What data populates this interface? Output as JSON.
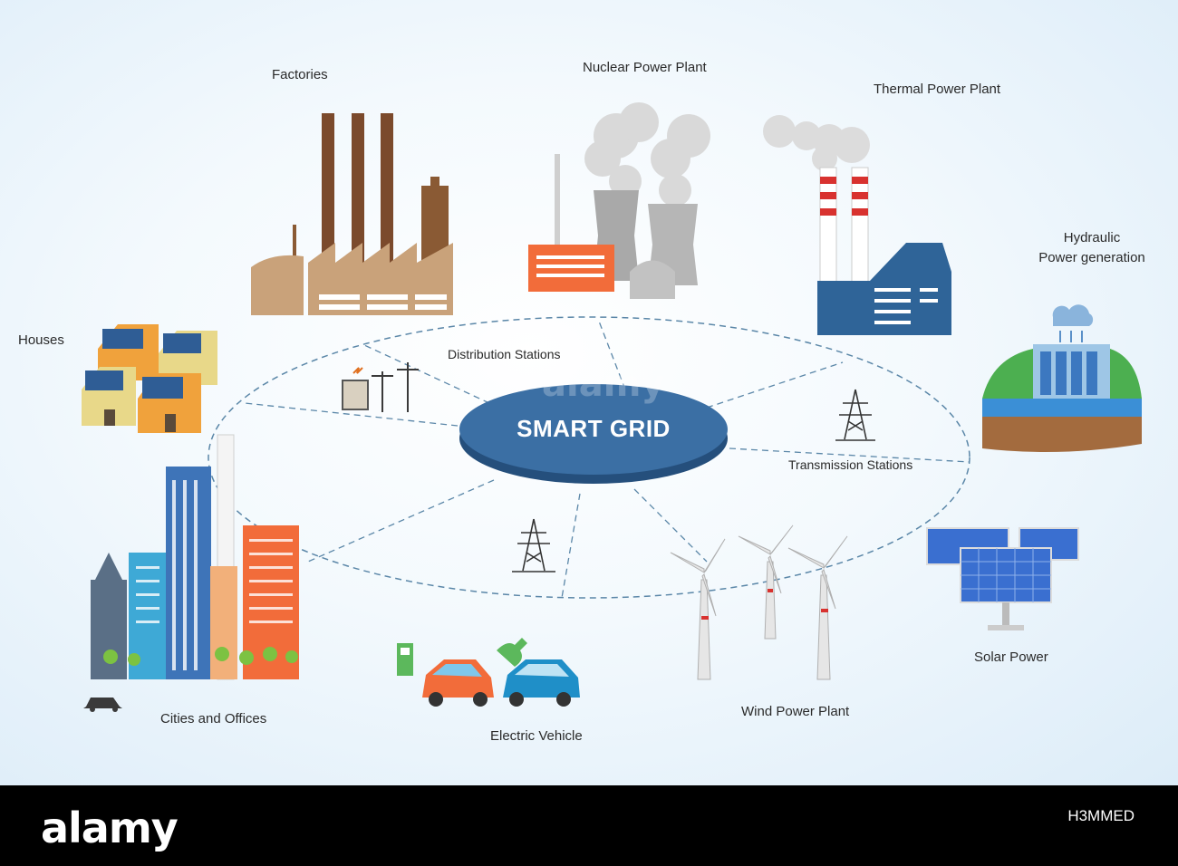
{
  "hub": {
    "label": "SMART GRID",
    "color": "#3b6fa4"
  },
  "labels": {
    "factories": "Factories",
    "nuclear": "Nuclear Power Plant",
    "thermal": "Thermal Power Plant",
    "hydraulic_line1": "Hydraulic",
    "hydraulic_line2": "Power generation",
    "houses": "Houses",
    "distribution": "Distribution Stations",
    "transmission": "Transmission Stations",
    "cities": "Cities and Offices",
    "electric_vehicle": "Electric Vehicle",
    "wind": "Wind Power Plant",
    "solar": "Solar Power"
  },
  "footer": {
    "brand": "alamy",
    "stock_id": "H3MMED"
  },
  "colors": {
    "accent_blue": "#3b6fa4",
    "factory_brown": "#c9a27a",
    "orange": "#f26c3a",
    "solar_blue": "#3a6fd0"
  }
}
